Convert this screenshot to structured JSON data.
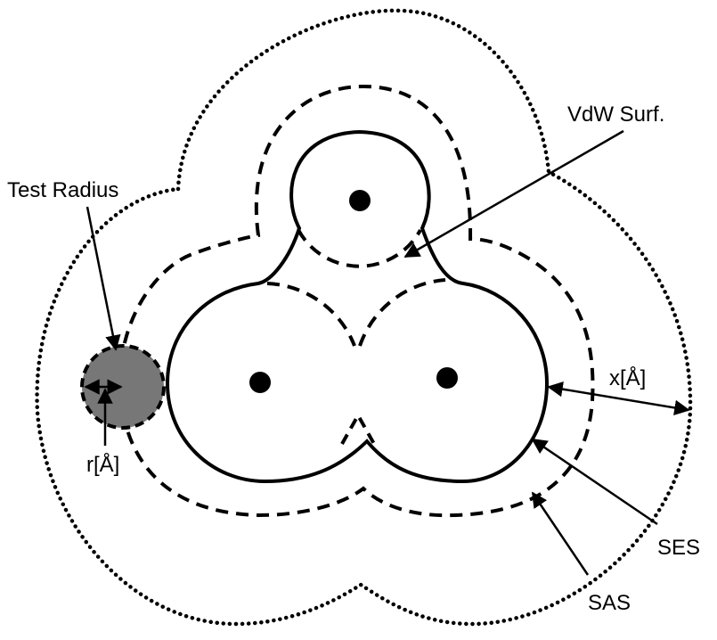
{
  "labels": {
    "vdw_surface": "VdW Surf.",
    "test_radius": "Test Radius",
    "r_label": "r[Å]",
    "x_label": "x[Å]",
    "ses": "SES",
    "sas": "SAS"
  },
  "colors": {
    "stroke": "#000000",
    "probe_fill": "#777777",
    "background": "#ffffff"
  },
  "legend_lines": {
    "vdw_surface": "solid",
    "ses": "dashed",
    "sas": "dotted"
  }
}
